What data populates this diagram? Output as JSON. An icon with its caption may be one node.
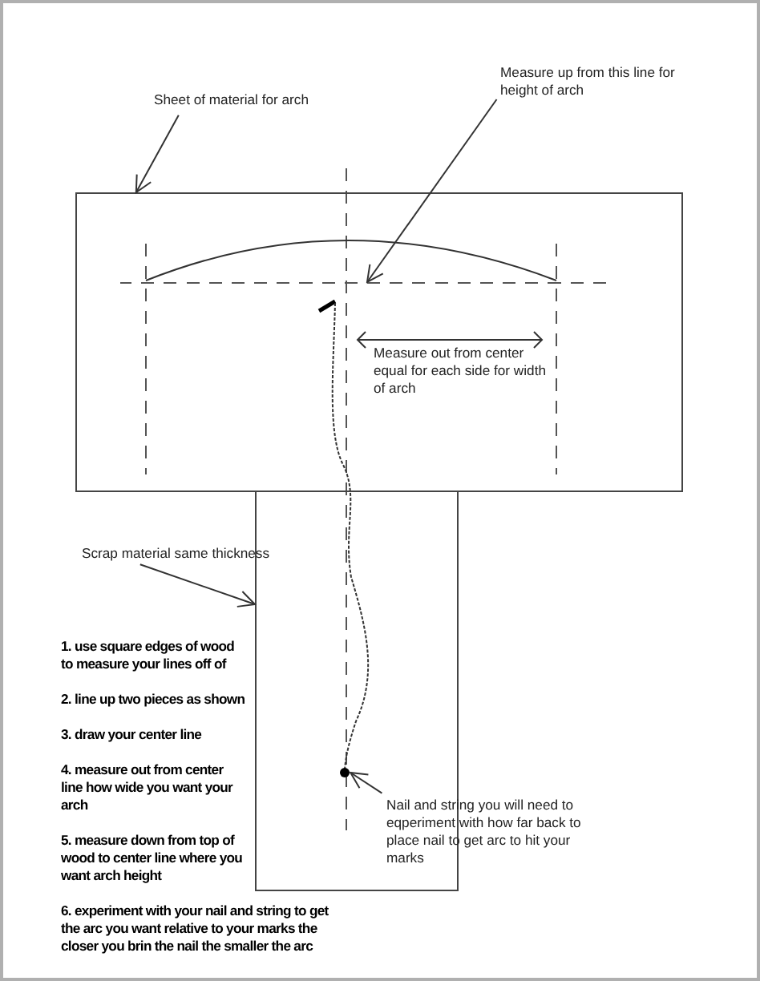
{
  "diagram": {
    "nodes": [
      {
        "text": [
          "Sheet of material for arch"
        ]
      },
      {
        "text": [],
        "shape": "box"
      },
      {
        "text": [
          "Measure up from this line for height of arch"
        ]
      },
      {
        "text": [],
        "shape": "line",
        "in": 1
      },
      {
        "text": [
          "Scrap material same thickness"
        ]
      },
      {
        "text": [],
        "shape": "box"
      },
      {
        "text": [
          "Nail and string you will need to eqperiment with how far back to place nail to get arc to hit your marks"
        ]
      },
      {
        "text": [],
        "shape": "circle",
        "in": 5
      }
    ],
    "edges": [
      {
        "from": 0,
        "to": 1,
        "arrow": "to"
      },
      {
        "from": 2,
        "to": 3,
        "arrow": "to"
      },
      {
        "from": 4,
        "to": 5,
        "arrow": "to"
      },
      {
        "from": 6,
        "to": 7,
        "arrow": "to"
      }
    ],
    "labels": [
      "Measure out from center equal for each side for width of arch",
      "1. use square edges of wood to measure your lines off of",
      "2. line up two pieces as shown",
      "3. draw your center line",
      "4. measure out from center line how wide you want your arch",
      "5. measure down from top of wood to center line where you want arch height",
      "6. experiment with your nail and string to get the arc you want relative to your marks the closer you brin the nail the smaller the arc"
    ]
  }
}
